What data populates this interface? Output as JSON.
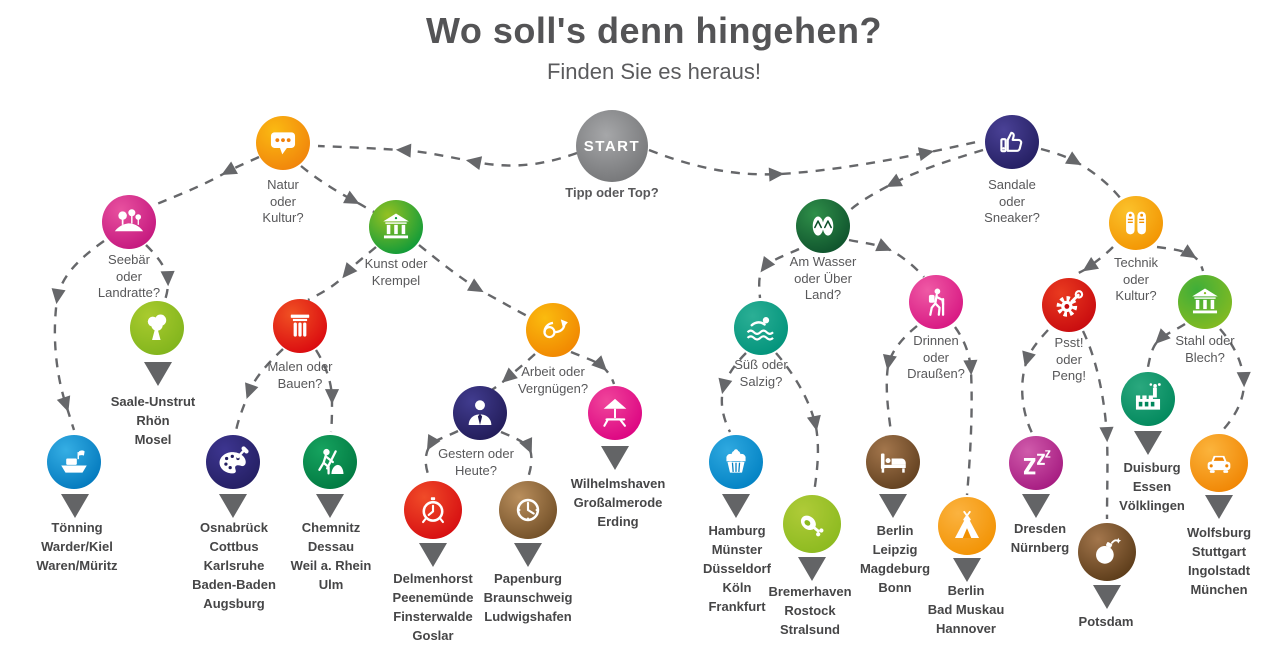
{
  "title": "Wo soll's denn hingehen?",
  "subtitle": "Finden Sie es heraus!",
  "colors": {
    "arrow": "#66676a",
    "text": "#58585a",
    "list_text": "#464647"
  },
  "start": {
    "label": "START",
    "question": "Tipp oder Top?",
    "c1": "#a6a7a9",
    "c2": "#6f7072",
    "icon": "start-circle"
  },
  "nodes": {
    "natur": {
      "icon": "chat-icon",
      "question": "Natur\noder\nKultur?",
      "c1": "#fbba12",
      "c2": "#f0810b"
    },
    "sandale": {
      "icon": "thumbs-up-icon",
      "question": "Sandale\noder\nSneaker?",
      "c1": "#4a4196",
      "c2": "#221d5f"
    },
    "seebaer": {
      "icon": "park-trees-icon",
      "question": "Seebär\noder\nLandratte?",
      "c1": "#e8519f",
      "c2": "#c2147c"
    },
    "kunst": {
      "icon": "museum-icon",
      "question": "Kunst oder\nKrempel",
      "c1": "#94c122",
      "c2": "#07983b"
    },
    "wasser": {
      "icon": "flip-flops-icon",
      "question": "Am Wasser\noder Über\nLand?",
      "c1": "#2f8f49",
      "c2": "#0d4f2b"
    },
    "technik": {
      "icon": "sneakers-icon",
      "question": "Technik\noder\nKultur?",
      "c1": "#fbc22b",
      "c2": "#f29200"
    },
    "saale": {
      "icon": "tree-icon",
      "c1": "#a9cb2e",
      "c2": "#7fb31c",
      "destinations": [
        "Saale-Unstrut",
        "Rhön",
        "Mosel"
      ]
    },
    "malen": {
      "icon": "column-icon",
      "question": "Malen oder\nBauen?",
      "c1": "#f05123",
      "c2": "#d9050e"
    },
    "arbeit": {
      "icon": "post-horn-icon",
      "question": "Arbeit oder\nVergnügen?",
      "c1": "#fbbb0e",
      "c2": "#f08300"
    },
    "suess": {
      "icon": "swimmer-icon",
      "question": "Süß oder\nSalzig?",
      "c1": "#2baf95",
      "c2": "#00927a"
    },
    "drinnen": {
      "icon": "hiker-icon",
      "question": "Drinnen\noder\nDraußen?",
      "c1": "#ef5aa5",
      "c2": "#d61380"
    },
    "psst": {
      "icon": "gear-wrench-icon",
      "question": "Psst!\noder\nPeng!",
      "c1": "#e93a1f",
      "c2": "#c6080e"
    },
    "stahl": {
      "icon": "museum-icon",
      "question": "Stahl oder\nBlech?",
      "c1": "#3fae39",
      "c2": "#87bb20"
    },
    "gestern": {
      "icon": "person-icon",
      "question": "Gestern oder\nHeute?",
      "c1": "#413c8f",
      "c2": "#201a55"
    },
    "wilhelmshaven": {
      "icon": "beach-icon",
      "c1": "#f0459b",
      "c2": "#db0080",
      "destinations": [
        "Wilhelmshaven",
        "Großalmerode",
        "Erding"
      ]
    },
    "toenning": {
      "icon": "ship-icon",
      "c1": "#35aee4",
      "c2": "#0076bb",
      "destinations": [
        "Tönning",
        "Warder/Kiel",
        "Waren/Müritz"
      ]
    },
    "osnabrueck": {
      "icon": "palette-icon",
      "c1": "#3d3590",
      "c2": "#231e60",
      "destinations": [
        "Osnabrück",
        "Cottbus",
        "Karlsruhe",
        "Baden-Baden",
        "Augsburg"
      ]
    },
    "chemnitz": {
      "icon": "digger-icon",
      "c1": "#16a35f",
      "c2": "#007740",
      "destinations": [
        "Chemnitz",
        "Dessau",
        "Weil a. Rhein",
        "Ulm"
      ]
    },
    "delmenhorst": {
      "icon": "alarm-clock-icon",
      "c1": "#f04b28",
      "c2": "#d50a10",
      "destinations": [
        "Delmenhorst",
        "Peenemünde",
        "Finsterwalde",
        "Goslar"
      ]
    },
    "papenburg": {
      "icon": "clock-icon",
      "c1": "#b98e5c",
      "c2": "#6e4c25",
      "destinations": [
        "Papenburg",
        "Braunschweig",
        "Ludwigshafen"
      ]
    },
    "hamburg": {
      "icon": "cupcake-icon",
      "c1": "#2fa9e0",
      "c2": "#0080c2",
      "destinations": [
        "Hamburg",
        "Münster",
        "Düsseldorf",
        "Köln",
        "Frankfurt"
      ]
    },
    "bremerhaven": {
      "icon": "ham-icon",
      "c1": "#afcb38",
      "c2": "#8ab91e",
      "destinations": [
        "Bremerhaven",
        "Rostock",
        "Stralsund"
      ]
    },
    "berlin_bed": {
      "icon": "bed-icon",
      "c1": "#a3764c",
      "c2": "#5e3d1d",
      "destinations": [
        "Berlin",
        "Leipzig",
        "Magdeburg",
        "Bonn"
      ]
    },
    "berlin_tent": {
      "icon": "tent-icon",
      "c1": "#fbb340",
      "c2": "#f29100",
      "destinations": [
        "Berlin",
        "Bad Muskau",
        "Hannover"
      ]
    },
    "dresden": {
      "icon": "zzz-icon",
      "c1": "#d05bab",
      "c2": "#a3177e",
      "destinations": [
        "Dresden",
        "Nürnberg"
      ]
    },
    "duisburg": {
      "icon": "factory-icon",
      "c1": "#2aa87e",
      "c2": "#00875b",
      "destinations": [
        "Duisburg",
        "Essen",
        "Völklingen"
      ]
    },
    "wolfsburg": {
      "icon": "car-icon",
      "c1": "#fbb43c",
      "c2": "#f08300",
      "destinations": [
        "Wolfsburg",
        "Stuttgart",
        "Ingolstadt",
        "München"
      ]
    },
    "potsdam": {
      "icon": "bomb-icon",
      "c1": "#a3764c",
      "c2": "#573816",
      "destinations": [
        "Potsdam"
      ]
    }
  }
}
